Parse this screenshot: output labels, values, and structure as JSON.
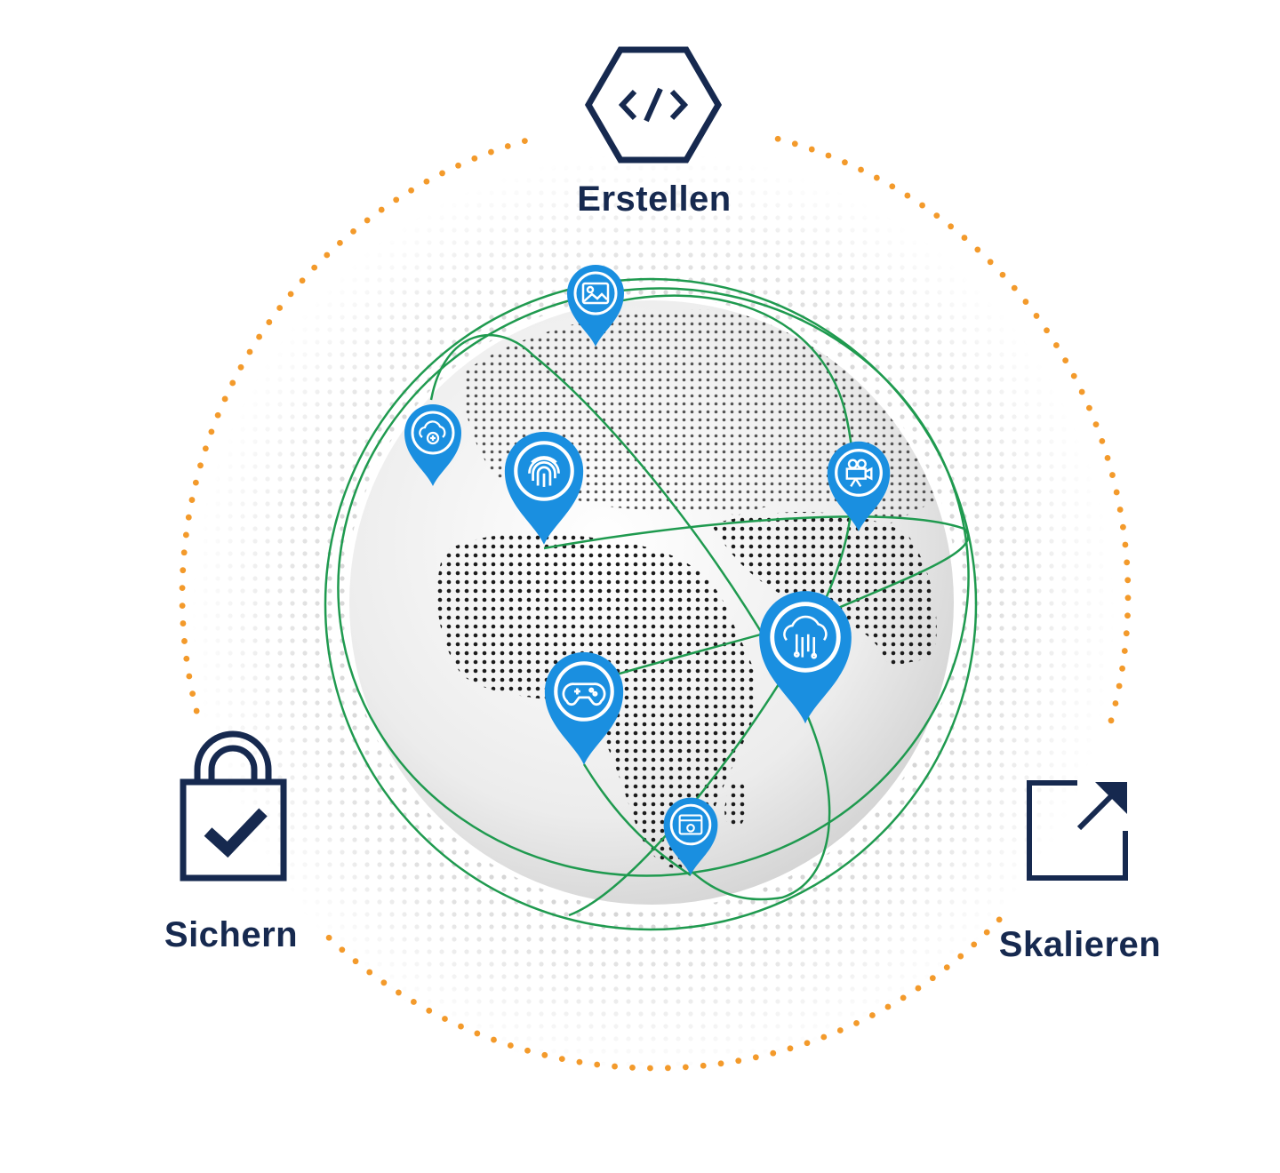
{
  "diagram": {
    "stages": [
      {
        "label": "Erstellen",
        "icon": "code-hexagon-icon"
      },
      {
        "label": "Sichern",
        "icon": "lock-check-icon"
      },
      {
        "label": "Skalieren",
        "icon": "external-link-icon"
      }
    ],
    "pins": [
      {
        "icon": "image-icon"
      },
      {
        "icon": "cloud-plus-icon"
      },
      {
        "icon": "fingerprint-icon"
      },
      {
        "icon": "video-camera-icon"
      },
      {
        "icon": "cloud-ai-icon"
      },
      {
        "icon": "gamepad-icon"
      },
      {
        "icon": "settings-window-icon"
      }
    ],
    "colors": {
      "navy": "#16294f",
      "orange": "#f39a2b",
      "green": "#1f9a4f",
      "pin_blue": "#1a8fe0"
    }
  }
}
